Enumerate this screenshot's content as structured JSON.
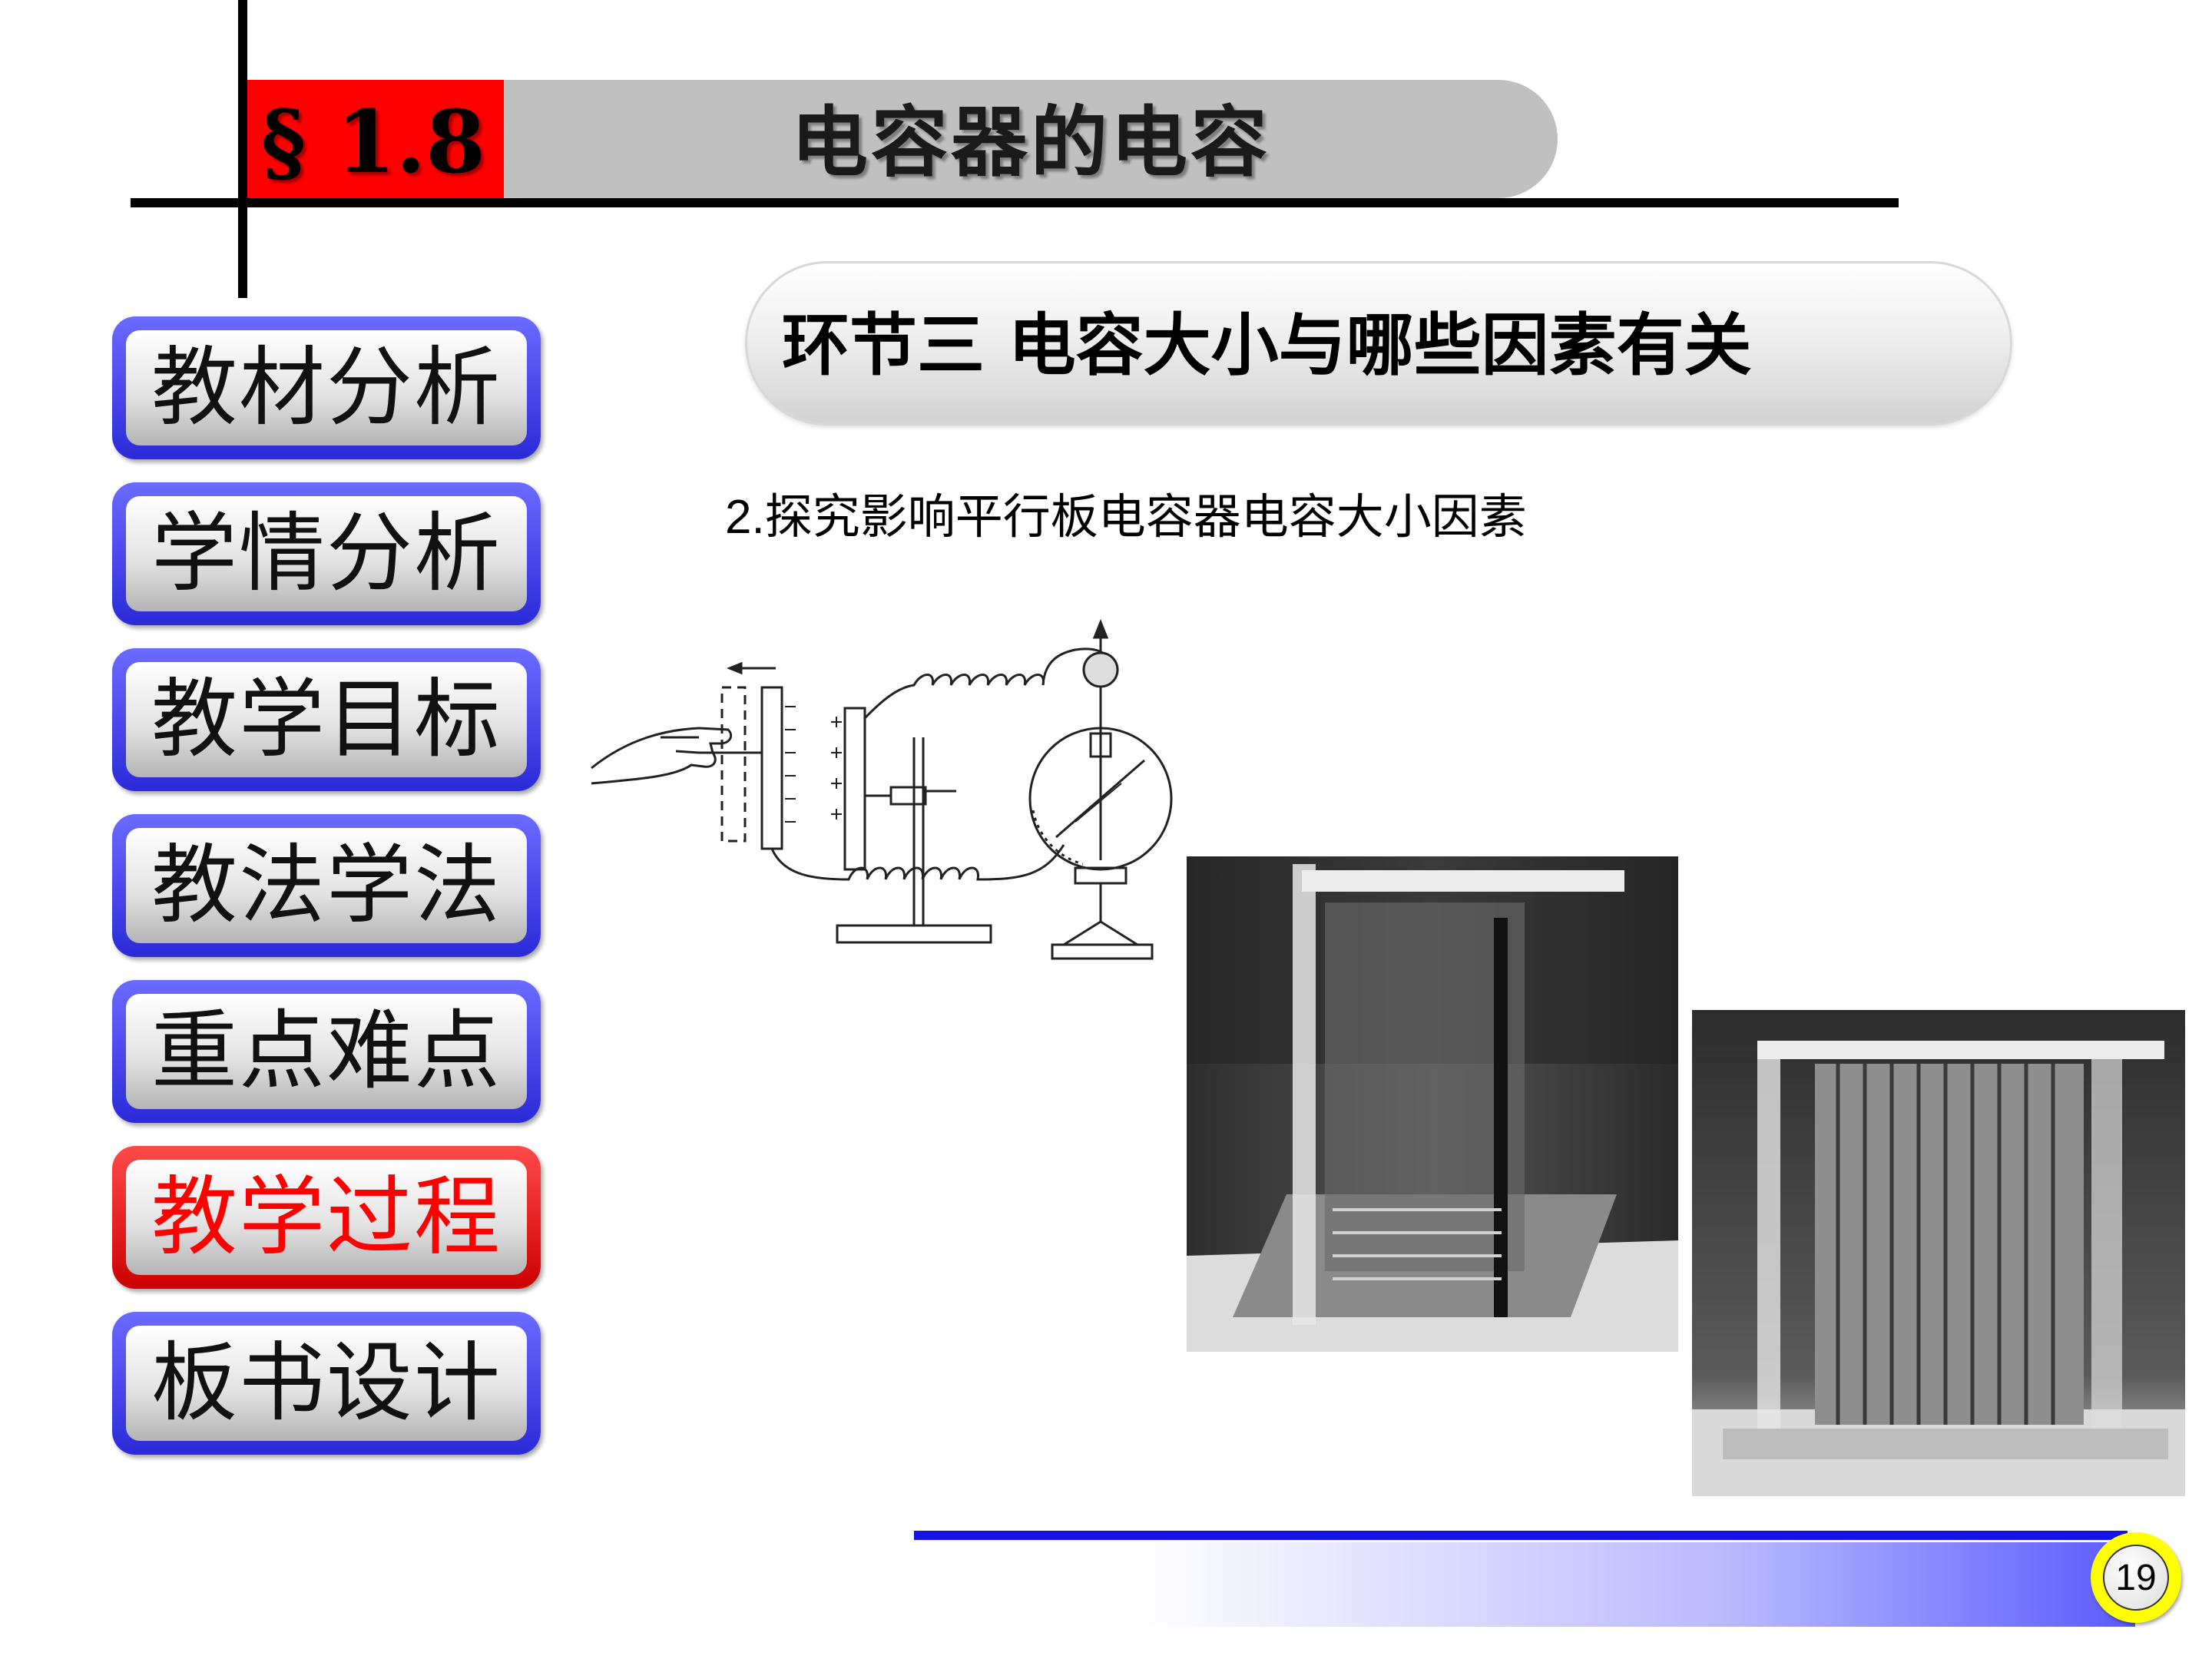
{
  "header": {
    "section_number": "§ 1.8",
    "title": "电容器的电容"
  },
  "sidebar": {
    "items": [
      {
        "label": "教材分析",
        "active": false
      },
      {
        "label": "学情分析",
        "active": false
      },
      {
        "label": "教学目标",
        "active": false
      },
      {
        "label": "教法学法",
        "active": false
      },
      {
        "label": "重点难点",
        "active": false
      },
      {
        "label": "教学过程",
        "active": true
      },
      {
        "label": "板书设计",
        "active": false
      }
    ]
  },
  "content": {
    "section_title": "环节三 电容大小与哪些因素有关",
    "subtitle": "2.探究影响平行板电容器电容大小因素"
  },
  "footer": {
    "page_number": "19"
  },
  "colors": {
    "accent_red": "#ff0000",
    "nav_blue": "#2a2ad8",
    "footer_blue": "#1414e6",
    "page_badge": "#ffff00"
  }
}
